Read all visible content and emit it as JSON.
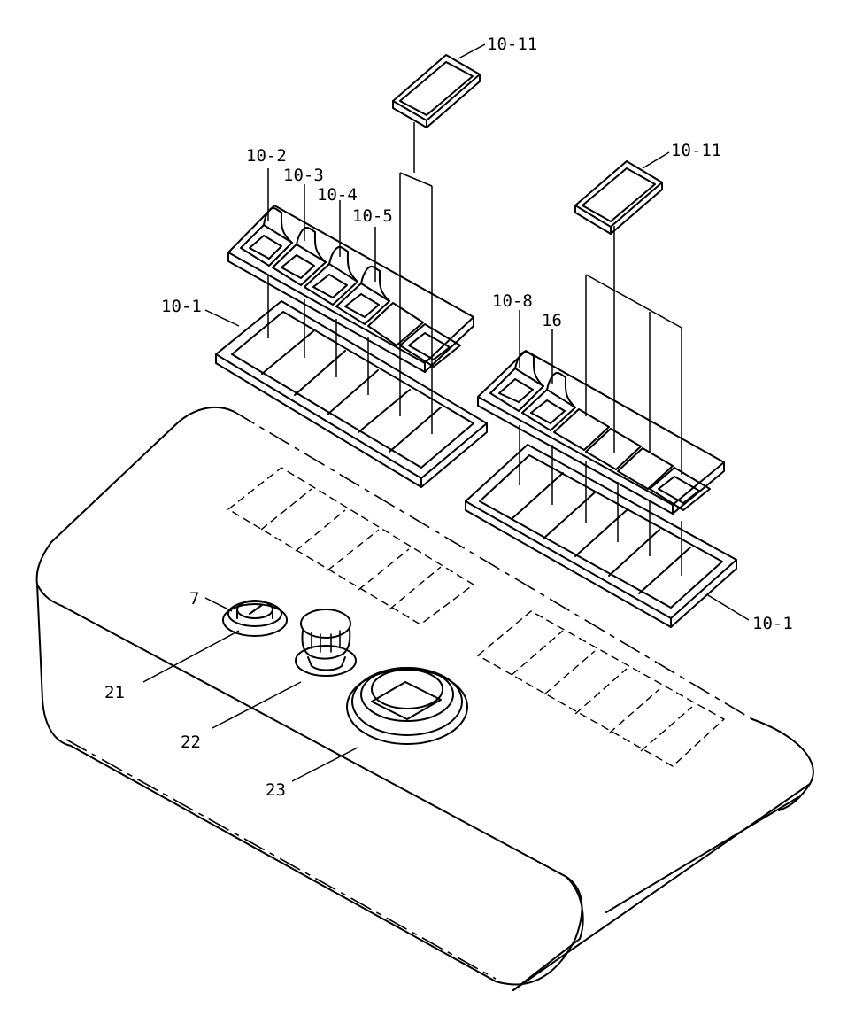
{
  "labels": {
    "top_cap_1": "10-11",
    "top_cap_2": "10-11",
    "switch_2": "10-2",
    "switch_3": "10-3",
    "switch_4": "10-4",
    "switch_5": "10-5",
    "frame_left": "10-1",
    "frame_right": "10-1",
    "switch_8": "10-8",
    "part_16": "16",
    "key_7": "7",
    "bezel_21": "21",
    "knob_22": "22",
    "joystick_23": "23"
  },
  "colors": {
    "line": "#000000",
    "background": "#ffffff"
  }
}
